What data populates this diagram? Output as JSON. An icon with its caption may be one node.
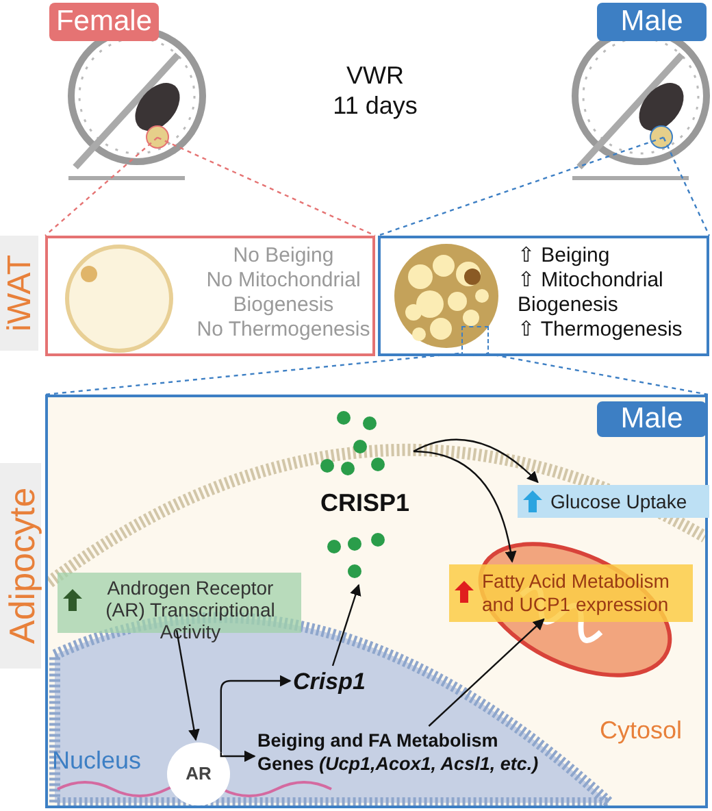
{
  "diagram": {
    "nodes": [
      {
        "text": [
          "Female"
        ]
      },
      {
        "text": [],
        "shape": "picture"
      },
      {
        "text": [
          "Male"
        ]
      },
      {
        "text": [],
        "shape": "picture"
      },
      {
        "text": [
          "No Beiging",
          "No Mitochondrial Biogenesis",
          "No Thermogenesis"
        ]
      },
      {
        "text": [
          "⇧ Beiging",
          "⇧ Mitochondrial Biogenesis",
          "⇧ Thermogenesis"
        ]
      },
      {
        "text": [],
        "shape": "box",
        "in": 5
      },
      {
        "text": [],
        "shape": "box"
      },
      {
        "text": [
          "Male"
        ],
        "in": 7
      },
      {
        "text": [
          "Androgen Receptor (AR) Transcriptional Activity"
        ],
        "in": 7
      },
      {
        "text": [
          "AR"
        ],
        "in": 7
      },
      {
        "text": [
          "Crisp1"
        ],
        "in": 7
      },
      {
        "text": [
          "Beiging and FA Metabolism Genes *(Ucp1,Acox1, Acsl1, etc.)*"
        ],
        "in": 7
      },
      {
        "text": [
          "CRISP1"
        ],
        "in": 7
      },
      {
        "text": [
          "Glucose Uptake"
        ],
        "in": 7
      },
      {
        "text": [
          "Fatty Acid Metabolism and UCP1 expression"
        ],
        "in": 7
      }
    ],
    "edges": [
      {
        "from": 1,
        "to": 4,
        "arrow": "none",
        "style": "dashed",
        "color": "#e57373"
      },
      {
        "from": 1,
        "to": 4,
        "arrow": "none",
        "style": "dashed",
        "color": "#e57373"
      },
      {
        "from": 3,
        "to": 5,
        "arrow": "none",
        "style": "dashed",
        "color": "#3d7fc4"
      },
      {
        "from": 3,
        "to": 5,
        "arrow": "none",
        "style": "dashed",
        "color": "#3d7fc4"
      },
      {
        "from": 6,
        "to": 7,
        "arrow": "none",
        "style": "dashed",
        "color": "#3d7fc4"
      },
      {
        "from": 6,
        "to": 7,
        "arrow": "none",
        "style": "dashed",
        "color": "#3d7fc4"
      },
      {
        "from": 9,
        "to": 10,
        "arrow": "to"
      },
      {
        "from": 10,
        "to": 11,
        "arrow": "to"
      },
      {
        "from": 10,
        "to": 12,
        "arrow": "to"
      },
      {
        "from": 11,
        "to": 13,
        "arrow": "to"
      },
      {
        "from": 13,
        "to": 14,
        "arrow": "to"
      },
      {
        "from": 13,
        "to": 15,
        "arrow": "to"
      },
      {
        "from": 12,
        "to": 15,
        "arrow": "to"
      }
    ],
    "labels": [
      "VWR 11 days",
      "iWAT",
      "Adipocyte",
      "Nucleus",
      "Cytosol"
    ]
  }
}
